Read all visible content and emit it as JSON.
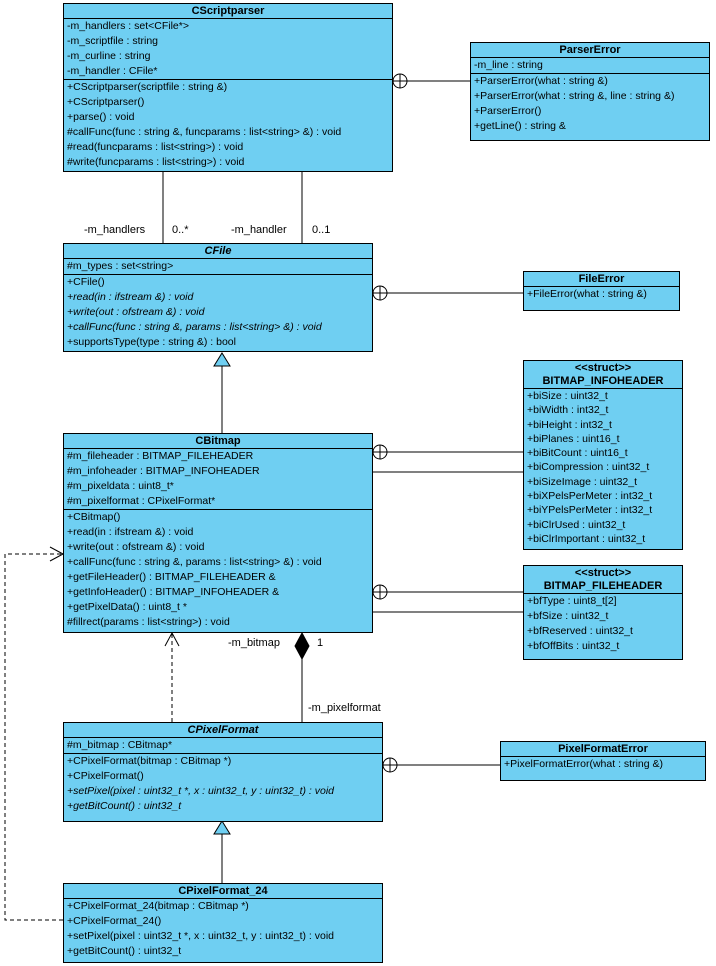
{
  "diagram": {
    "colors": {
      "class_fill": "#6fcff2",
      "border": "#000000",
      "background": "#ffffff",
      "composition_diamond": "#000000"
    },
    "classes": [
      {
        "name": "CScriptparser",
        "attributes": [
          "-m_handlers : set<CFile*>",
          "-m_scriptfile : string",
          "-m_curline : string",
          "-m_handler : CFile*"
        ],
        "operations": [
          "+CScriptparser(scriptfile : string &)",
          "+CScriptparser()",
          "+parse() : void",
          "#callFunc(func : string &, funcparams : list<string> &) : void",
          "#read(funcparams : list<string>) : void",
          "#write(funcparams : list<string>) : void"
        ]
      },
      {
        "name": "ParserError",
        "attributes": [
          "-m_line : string"
        ],
        "operations": [
          "+ParserError(what : string &)",
          "+ParserError(what : string &, line : string &)",
          "+ParserError()",
          "+getLine() : string &"
        ]
      },
      {
        "name": "CFile",
        "attributes": [
          "#m_types : set<string>"
        ],
        "operations": [
          "+CFile()",
          "+read(in : ifstream &) : void",
          "+write(out : ofstream &) : void",
          "+callFunc(func : string &, params : list<string> &) : void",
          "+supportsType(type : string &) : bool"
        ]
      },
      {
        "name": "FileError",
        "operations": [
          "+FileError(what : string &)"
        ]
      },
      {
        "name": "CBitmap",
        "attributes": [
          "#m_fileheader : BITMAP_FILEHEADER",
          "#m_infoheader : BITMAP_INFOHEADER",
          "#m_pixeldata : uint8_t*",
          "#m_pixelformat : CPixelFormat*"
        ],
        "operations": [
          "+CBitmap()",
          "+read(in : ifstream &) : void",
          "+write(out : ofstream &) : void",
          "+callFunc(func : string &, params : list<string> &) : void",
          "+getFileHeader() : BITMAP_FILEHEADER &",
          "+getInfoHeader() : BITMAP_INFOHEADER &",
          "+getPixelData() : uint8_t *",
          "#fillrect(params : list<string>) : void"
        ]
      },
      {
        "stereotype": "<<struct>>",
        "name": "BITMAP_INFOHEADER",
        "attributes": [
          "+biSize : uint32_t",
          "+biWidth : int32_t",
          "+biHeight : int32_t",
          "+biPlanes : uint16_t",
          "+biBitCount : uint16_t",
          "+biCompression : uint32_t",
          "+biSizeImage : uint32_t",
          "+biXPelsPerMeter : int32_t",
          "+biYPelsPerMeter : int32_t",
          "+biClrUsed : uint32_t",
          "+biClrImportant : uint32_t"
        ]
      },
      {
        "stereotype": "<<struct>>",
        "name": "BITMAP_FILEHEADER",
        "attributes": [
          "+bfType : uint8_t[2]",
          "+bfSize : uint32_t",
          "+bfReserved : uint32_t",
          "+bfOffBits : uint32_t"
        ]
      },
      {
        "name": "CPixelFormat",
        "attributes": [
          "#m_bitmap : CBitmap*"
        ],
        "operations": [
          "+CPixelFormat(bitmap : CBitmap *)",
          "+CPixelFormat()",
          "+setPixel(pixel : uint32_t *, x : uint32_t, y : uint32_t) : void",
          "+getBitCount() : uint32_t"
        ]
      },
      {
        "name": "PixelFormatError",
        "operations": [
          "+PixelFormatError(what : string &)"
        ]
      },
      {
        "name": "CPixelFormat_24",
        "operations": [
          "+CPixelFormat_24(bitmap : CBitmap *)",
          "+CPixelFormat_24()",
          "+setPixel(pixel : uint32_t *, x : uint32_t, y : uint32_t) : void",
          "+getBitCount() : uint32_t"
        ]
      }
    ],
    "labels": {
      "m_handlers": "-m_handlers",
      "m_handlers_mult": "0..*",
      "m_handler": "-m_handler",
      "m_handler_mult": "0..1",
      "m_bitmap": "-m_bitmap",
      "m_bitmap_mult": "1",
      "m_pixelformat": "-m_pixelformat"
    }
  }
}
